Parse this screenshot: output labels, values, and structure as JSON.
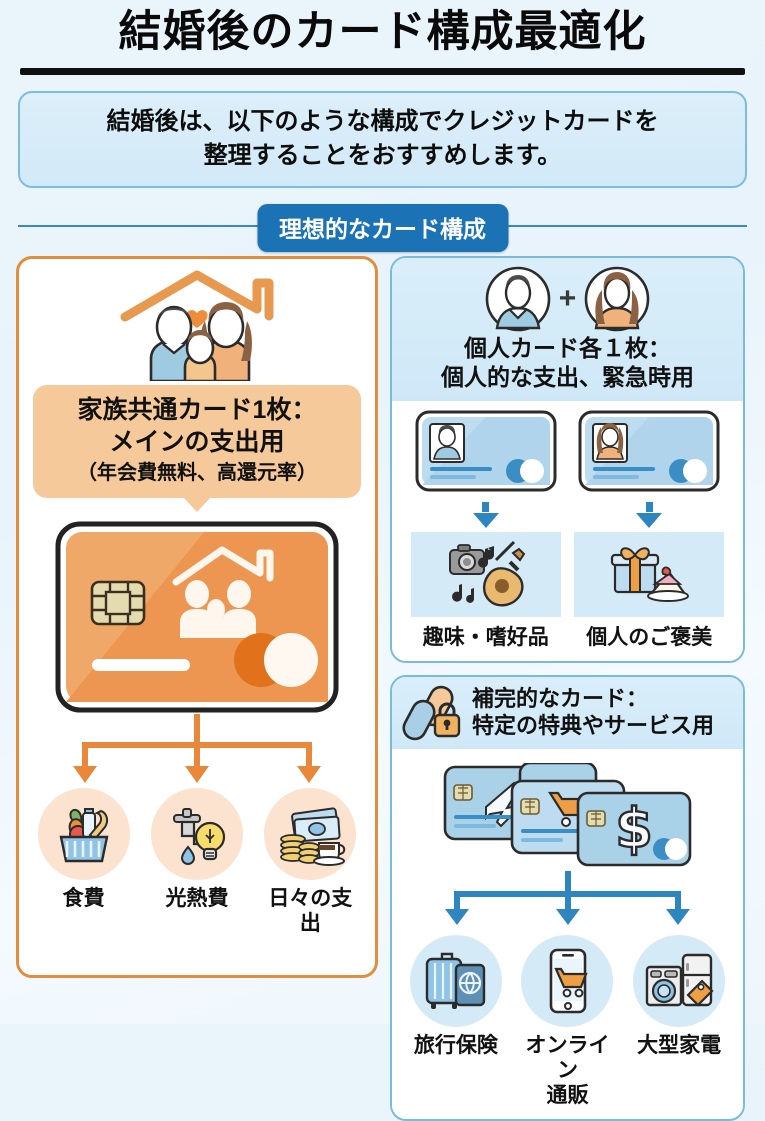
{
  "header": {
    "title": "結婚後のカード構成最適化",
    "lead_line1": "結婚後は、以下のような構成でクレジットカードを",
    "lead_line2": "整理することをおすすめします。"
  },
  "section": {
    "pill_label": "理想的なカード構成"
  },
  "family_panel": {
    "illustration": "family-house-icon",
    "callout_line1": "家族共通カード1枚：",
    "callout_line2": "メインの支出用",
    "callout_line3": "（年会費無料、高還元率）",
    "card": {
      "icon": "family-credit-card",
      "chip": "chip-icon",
      "emblem": "family-house-emblem",
      "logo": "dual-circle-logo"
    },
    "categories": [
      {
        "label": "食費",
        "icon": "grocery-basket-icon"
      },
      {
        "label": "光熱費",
        "icon": "faucet-bulb-icon"
      },
      {
        "label": "日々の支出",
        "icon": "cash-coffee-icon"
      }
    ]
  },
  "personal_panel": {
    "avatar_left": "male-avatar-icon",
    "avatar_right": "female-avatar-icon",
    "plus": "+",
    "head_line1": "個人カード各１枚：",
    "head_line2": "個人的な支出、緊急時用",
    "items": [
      {
        "label": "趣味・嗜好品",
        "card_icon": "male-photo-card",
        "icon": "camera-guitar-music-icon"
      },
      {
        "label": "個人のご褒美",
        "card_icon": "female-photo-card",
        "icon": "gift-cake-icon"
      }
    ]
  },
  "supplement_panel": {
    "chain_icon": "chain-link-icon",
    "lock_icon": "lock-icon",
    "head_line1": "補完的なカード：",
    "head_line2": "特定の特典やサービス用",
    "card_stack": [
      "airplane-card",
      "shopping-cart-card",
      "dollar-card"
    ],
    "items": [
      {
        "label_line1": "旅行保険",
        "label_line2": "",
        "icon": "suitcase-passport-icon"
      },
      {
        "label_line1": "オンライン",
        "label_line2": "通販",
        "icon": "smartphone-cart-icon"
      },
      {
        "label_line1": "大型家電",
        "label_line2": "",
        "icon": "appliances-tag-icon"
      }
    ]
  },
  "colors": {
    "orange": "#E28D3C",
    "orange_dark": "#E8883A",
    "orange_light": "#F5C99A",
    "blue": "#1B72B5",
    "blue_mid": "#2E86C1",
    "blue_border": "#79BBDD",
    "blue_pale": "#D5EAF7",
    "page_bg": "#EAF4FB"
  }
}
